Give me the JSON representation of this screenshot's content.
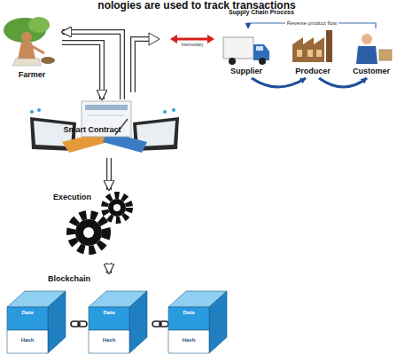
{
  "diagram": {
    "nodes": [
      {
        "text": [
          "Farmer"
        ]
      },
      {
        "text": [
          "Supplier"
        ]
      },
      {
        "text": [
          "Producer"
        ]
      },
      {
        "text": [
          "Customer"
        ]
      },
      {
        "text": [
          "Smart Contract"
        ]
      },
      {
        "text": [
          "Execution"
        ]
      },
      {
        "text": [
          "Blockchain"
        ]
      }
    ],
    "edges": [
      {
        "from": 0,
        "to": 4,
        "arrow": "to"
      },
      {
        "from": 4,
        "to": 0,
        "arrow": "to"
      },
      {
        "from": 4,
        "to": 5,
        "arrow": "to"
      },
      {
        "from": 5,
        "to": 6,
        "arrow": "to"
      },
      {
        "from": 1,
        "to": 2,
        "arrow": "to"
      },
      {
        "from": 2,
        "to": 3,
        "arrow": "to"
      },
      {
        "from": 3,
        "to": 1,
        "arrow": "to",
        "label": "Reverse product flow"
      }
    ],
    "labels": [
      "nologies are used to track transactions",
      "Supply Chain Process",
      "Intermediary",
      "Data",
      "Hash",
      "Data",
      "Hash",
      "Data",
      "Hash"
    ]
  }
}
